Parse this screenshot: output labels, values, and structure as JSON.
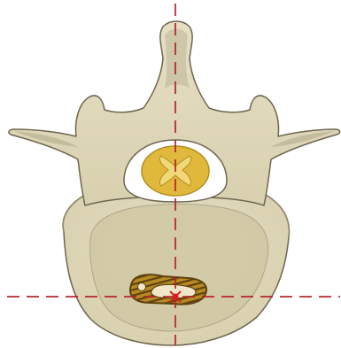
{
  "diagram": {
    "colors": {
      "background": "#ffffff",
      "bone_fill": "#d8d0ae",
      "bone_light": "#e6dfc4",
      "bone_shadow": "#a79f7f",
      "bone_outline": "#6e6650",
      "body_inner": "#d1c8a4",
      "canal": "#ffffff",
      "spinal_cord": "#e0b93c",
      "spinal_cord_edge": "#b38e1f",
      "grey_matter": "#f1d97a",
      "implant_fill": "#b88a22",
      "implant_stripe": "#5e4210",
      "implant_hole": "#f0e7c8",
      "guide_line": "#b5232a",
      "center_mark": "#d81e24"
    },
    "guide_lines": {
      "style": "dashed",
      "vertical": "midline",
      "horizontal": "through implant"
    },
    "icons": [
      "vertebra-illustration",
      "spinal-cord-cross-section",
      "interbody-cage-icon",
      "center-marker-icon"
    ]
  }
}
